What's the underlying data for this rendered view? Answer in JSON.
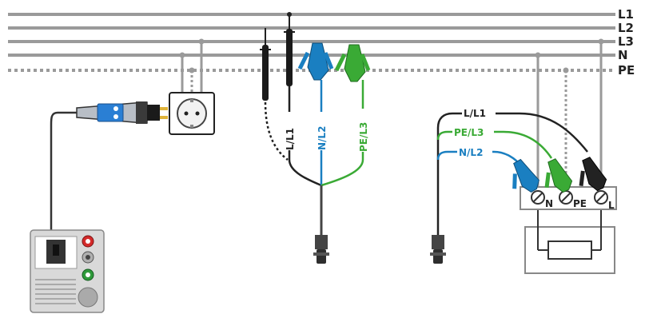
{
  "bus_lines": [
    {
      "label": "L1",
      "style": "solid"
    },
    {
      "label": "L2",
      "style": "solid"
    },
    {
      "label": "L3",
      "style": "solid"
    },
    {
      "label": "N",
      "style": "solid"
    },
    {
      "label": "PE",
      "style": "dotted"
    }
  ],
  "probe_set": {
    "leads": [
      {
        "label": "L/L1",
        "color": "#222222"
      },
      {
        "label": "N/L2",
        "color": "#1a7fc1"
      },
      {
        "label": "PE/L3",
        "color": "#3aaa35"
      }
    ]
  },
  "load_connection": {
    "leads": [
      {
        "label": "L/L1",
        "color": "#222222"
      },
      {
        "label": "PE/L3",
        "color": "#3aaa35"
      },
      {
        "label": "N/L2",
        "color": "#1a7fc1"
      }
    ],
    "terminals": [
      {
        "label": "N"
      },
      {
        "label": "PE"
      },
      {
        "label": "L"
      }
    ]
  },
  "colors": {
    "bus": "#9a9a9a",
    "black_lead": "#222222",
    "blue_lead": "#1a7fc1",
    "green_lead": "#3aaa35",
    "instrument_body": "#d9d9d9",
    "socket_red": "#d42a2a",
    "socket_green": "#2e9a3a"
  },
  "icons": [
    "mains-plug-adapter-icon",
    "wall-socket-icon",
    "instrument-icon",
    "croc-clip-icon",
    "probe-tip-icon",
    "connector-plug-icon",
    "resistor-icon"
  ]
}
